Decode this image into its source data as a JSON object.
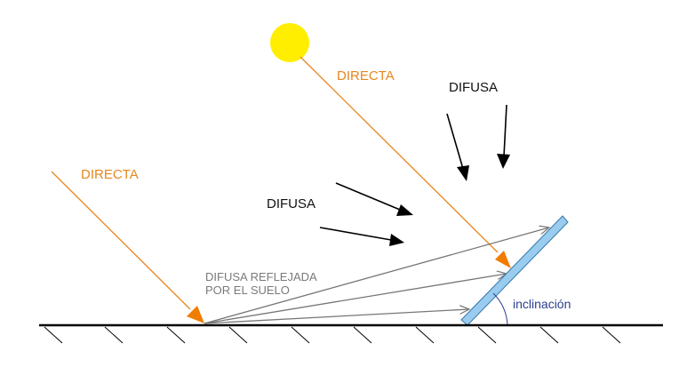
{
  "labels": {
    "direct_top": "DIRECTA",
    "direct_left": "DIRECTA",
    "diffuse_top": "DIFUSA",
    "diffuse_mid": "DIFUSA",
    "reflected_line1": "DIFUSA REFLEJADA",
    "reflected_line2": "POR EL SUELO",
    "inclination": "inclinación"
  },
  "colors": {
    "sun": "#ffee00",
    "direct": "#e8861e",
    "diffuse": "#000000",
    "reflected": "#777777",
    "panel_fill": "#99ccee",
    "panel_stroke": "#3377aa",
    "ground": "#000000",
    "inclination": "#2a3f8f"
  }
}
